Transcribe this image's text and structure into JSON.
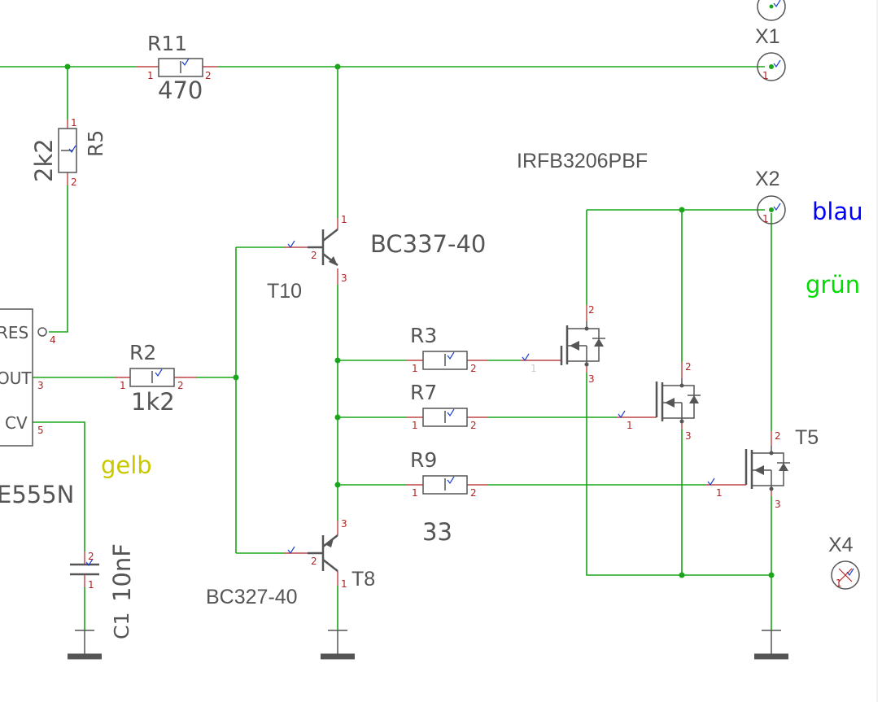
{
  "colors": {
    "wire": "#1aa51a",
    "pin": "#b22222",
    "symbol": "#555555",
    "blau": "#0000ff",
    "gruen": "#00dd00",
    "gelb": "#c8c800"
  },
  "ic": {
    "pins": [
      {
        "name": "RES",
        "num": "4"
      },
      {
        "name": "OUT",
        "num": "3"
      },
      {
        "name": "CV",
        "num": "5"
      }
    ],
    "part": "E555N"
  },
  "resistors": [
    {
      "id": "R11",
      "value": "470"
    },
    {
      "id": "R5",
      "value": "2k2"
    },
    {
      "id": "R2",
      "value": "1k2"
    },
    {
      "id": "R3",
      "value": ""
    },
    {
      "id": "R7",
      "value": ""
    },
    {
      "id": "R9",
      "value": "33"
    }
  ],
  "pin_numbers": {
    "one": "1",
    "two": "2",
    "three": "3"
  },
  "capacitor": {
    "id": "C1",
    "value": "10nF"
  },
  "transistors": {
    "t10": {
      "id": "T10",
      "part": "BC337-40"
    },
    "t8": {
      "id": "T8",
      "part": "BC327-40"
    },
    "mosfet_part": "IRFB3206PBF",
    "t5": {
      "id": "T5"
    }
  },
  "connectors": [
    "X1",
    "X2",
    "X4"
  ],
  "wire_labels": {
    "blau": "blau",
    "gruen": "grün",
    "gelb": "gelb"
  }
}
